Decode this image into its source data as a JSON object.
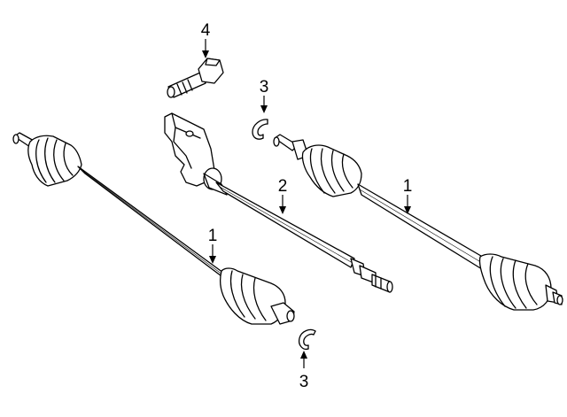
{
  "diagram": {
    "callouts": [
      {
        "id": "callout-4",
        "label": "4"
      },
      {
        "id": "callout-3-top",
        "label": "3"
      },
      {
        "id": "callout-2",
        "label": "2"
      },
      {
        "id": "callout-1-right",
        "label": "1"
      },
      {
        "id": "callout-1-left",
        "label": "1"
      },
      {
        "id": "callout-3-bottom",
        "label": "3"
      }
    ]
  }
}
